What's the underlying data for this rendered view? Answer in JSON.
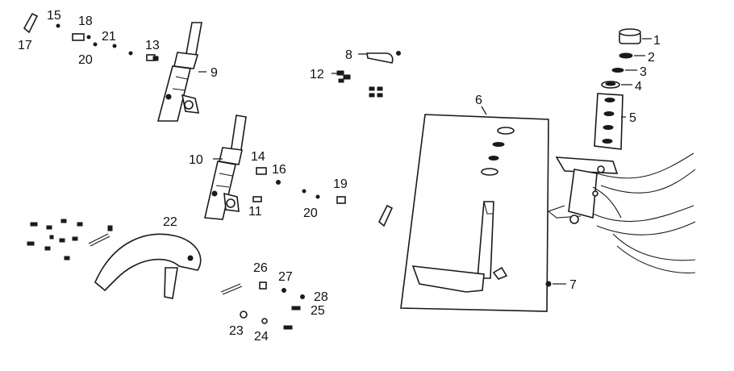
{
  "labels": {
    "l1": "1",
    "l2": "2",
    "l3": "3",
    "l4": "4",
    "l5": "5",
    "l6": "6",
    "l7": "7",
    "l8": "8",
    "l9": "9",
    "l10": "10",
    "l11": "11",
    "l12": "12",
    "l13": "13",
    "l14": "14",
    "l15": "15",
    "l16": "16",
    "l17": "17",
    "l18": "18",
    "l19": "19",
    "l20a": "20",
    "l20b": "20",
    "l21": "21",
    "l22": "22",
    "l23": "23",
    "l24": "24",
    "l25": "25",
    "l26": "26",
    "l27": "27",
    "l28": "28"
  }
}
